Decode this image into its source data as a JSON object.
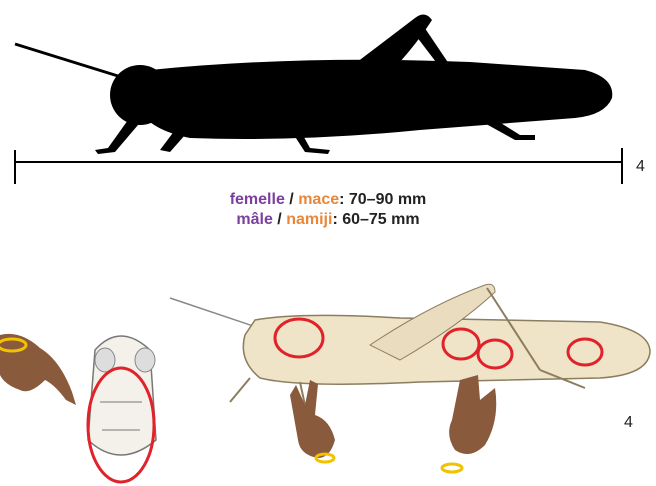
{
  "colors": {
    "silhouette": "#000000",
    "purple_label": "#7b3f9e",
    "orange_label": "#e8873a",
    "highlight_circle": "#e0222a",
    "skin": "#8a5a3c",
    "bracelet": "#f2c200",
    "illustration_body": "#efe3c8"
  },
  "icons": {
    "silhouette": "grasshopper-silhouette-icon",
    "pronotum_view": "pronotum-top-view-icon",
    "side_view": "grasshopper-side-view-icon",
    "hands": "pointing-hand-icon"
  },
  "labels": {
    "scale_number_top": "4",
    "scale_number_bottom": "4",
    "female_fr": "femelle",
    "female_local": "mace",
    "female_range": ": 70–90 mm",
    "male_fr": "mâle",
    "male_local": "namiji",
    "male_range": ": 60–75 mm",
    "separator": " / "
  }
}
